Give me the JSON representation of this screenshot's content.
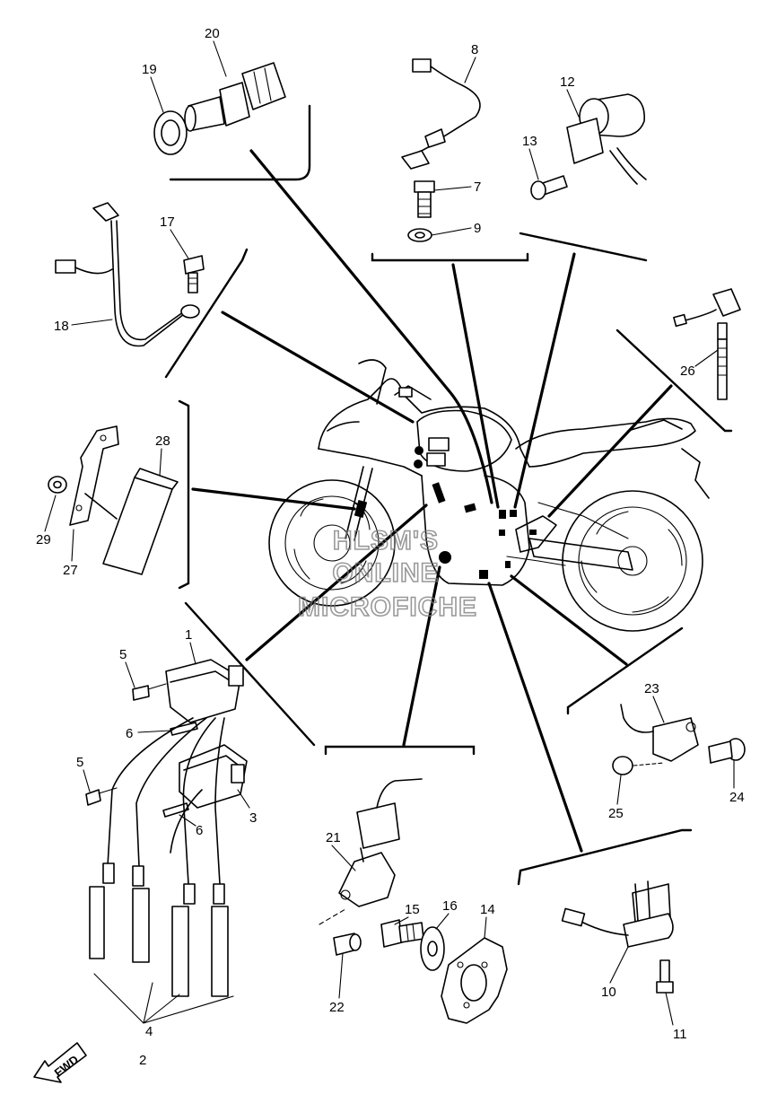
{
  "callouts": [
    "1",
    "2",
    "3",
    "4",
    "5",
    "6",
    "7",
    "8",
    "9",
    "10",
    "11",
    "12",
    "13",
    "14",
    "15",
    "16",
    "17",
    "18",
    "19",
    "20",
    "21",
    "22",
    "23",
    "24",
    "25",
    "26",
    "27",
    "28",
    "29"
  ],
  "callout_extra": {
    "n2": "2",
    "n4": "4",
    "n5": "5",
    "n6": "6"
  },
  "watermark": {
    "line1": "HLSM'S",
    "line2": "ONLINE",
    "line3": "MICROFICHE"
  },
  "fwd_label": "FWD"
}
